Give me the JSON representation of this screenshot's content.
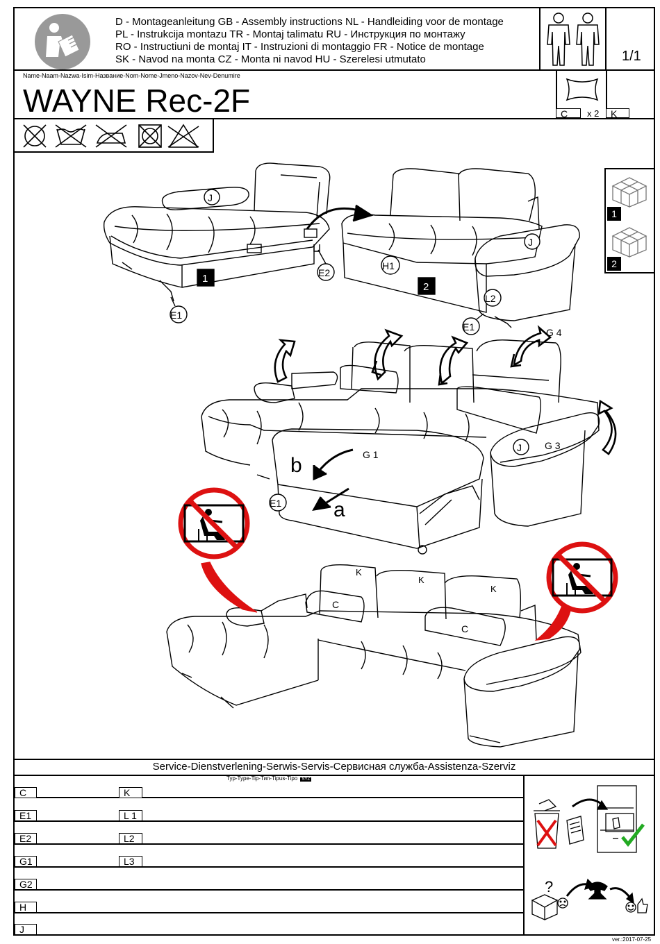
{
  "header": {
    "languages": [
      "D - Montageanleitung GB - Assembly instructions NL - Handleiding voor de montage",
      "PL - Instrukcija montazu TR - Montaj talimatu RU - Инструкция по монтажу",
      "RO - Instructiuni de montaj IT - Instruzioni di montaggio FR - Notice de montage",
      "SK - Navod na monta CZ - Monta ni navod HU - Szerelesi utmutato"
    ],
    "page_count": "1/1",
    "name_label": "Name-Naam-Nazwa-Isim-Название-Nom-Nome-Jmeno-Nazov-Nev-Denumire",
    "product_name": "WAYNE Rec-2F"
  },
  "cushion_box": {
    "left_code": "C",
    "multiplier": "x 2",
    "right_code": "K"
  },
  "package_labels": [
    "1",
    "2"
  ],
  "diagram_labels": {
    "j1": "J",
    "e2": "E2",
    "e1a": "E1",
    "h1": "H1",
    "l2": "L2",
    "e1b": "E1",
    "j2": "J",
    "box1": "1",
    "box2": "2",
    "g4": "G 4",
    "g3": "G 3",
    "g1": "G 1",
    "j3": "J",
    "e1c": "E1",
    "b": "b",
    "a": "a",
    "k1": "K",
    "k2": "K",
    "k3": "K",
    "c1": "C",
    "c2": "C"
  },
  "service": {
    "title": "Service-Dienstverlening-Serwis-Servis-Сервисная служба-Assistenza-Szerviz",
    "type_label": "Typ-Type-Tip-Тип-Tipus-Tipo",
    "type_badge": "SYZ"
  },
  "codes_left": [
    "C",
    "E1",
    "E2",
    "G1",
    "G2",
    "H",
    "J"
  ],
  "codes_right": [
    "K",
    "L 1",
    "L2",
    "L3"
  ],
  "version": "ver.:2017-07-25"
}
